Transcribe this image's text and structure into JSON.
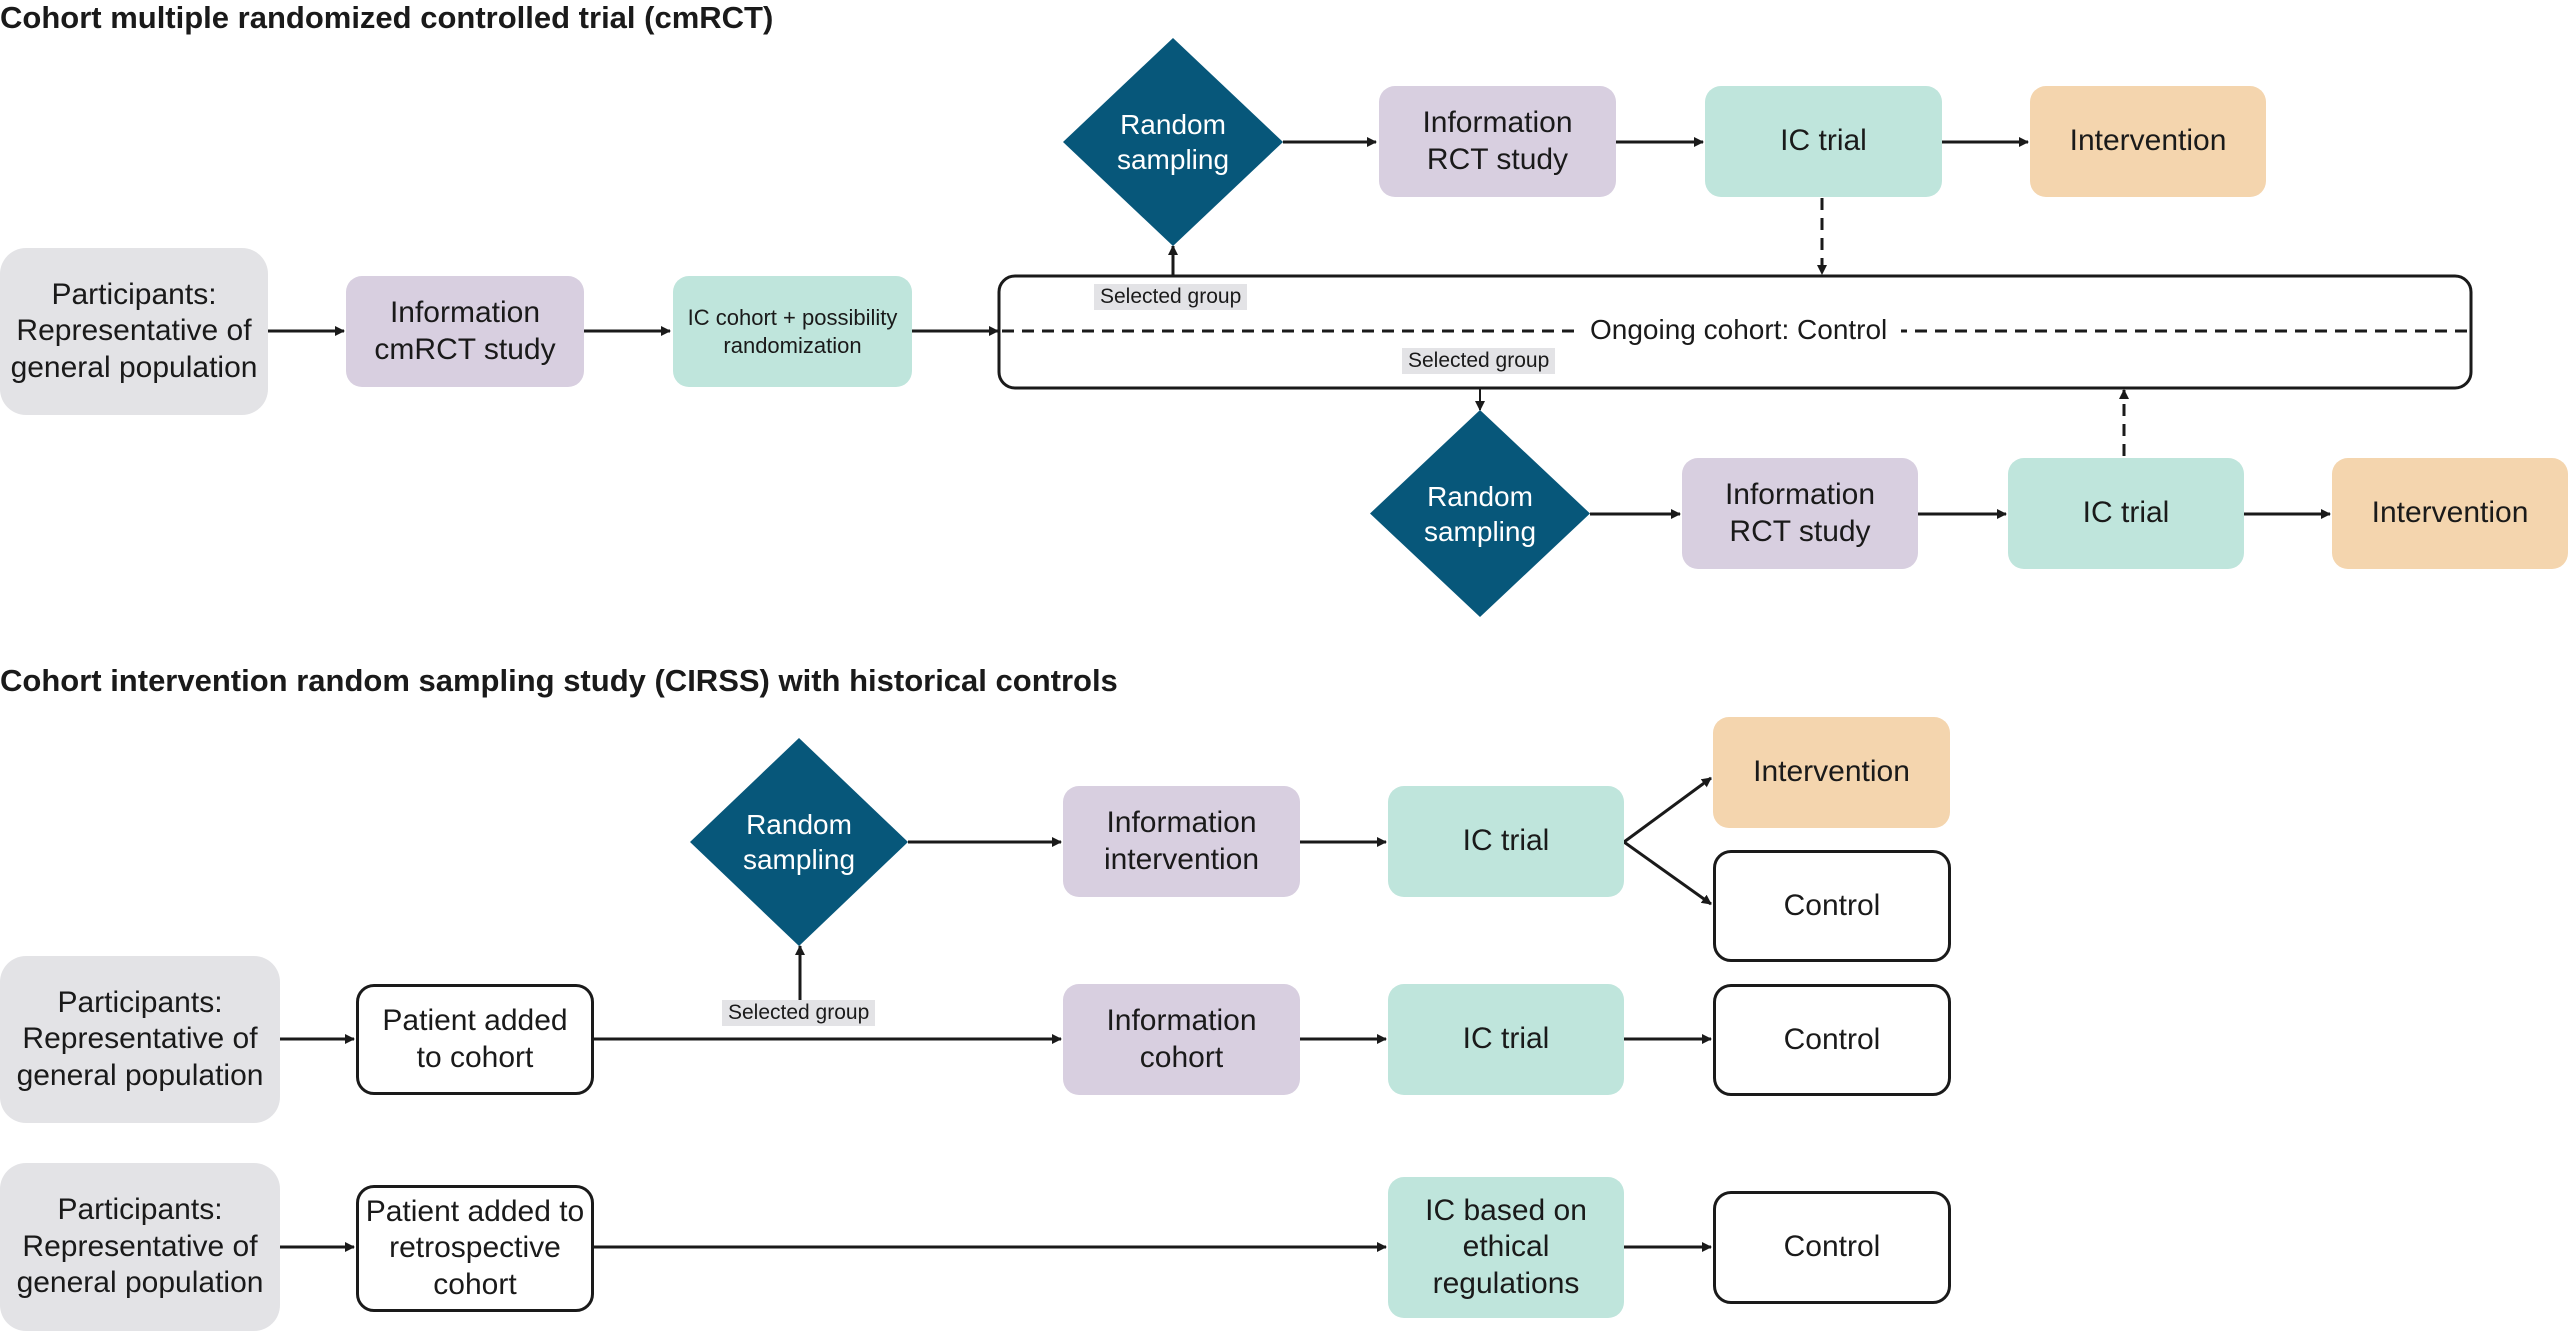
{
  "titles": {
    "cmrct": "Cohort multiple randomized controlled trial (cmRCT)",
    "cirss": "Cohort intervention random sampling study (CIRSS) with historical controls"
  },
  "cmrct": {
    "participants": "Participants:\nRepresentative of\ngeneral population",
    "information_study": "Information\ncmRCT study",
    "ic_cohort": "IC cohort + possibility\nrandomization",
    "ongoing_cohort": "Ongoing cohort: Control",
    "selected_group_top": "Selected group",
    "selected_group_bottom": "Selected group",
    "top_branch": {
      "random_sampling": "Random\nsampling",
      "information": "Information\nRCT study",
      "ic_trial": "IC trial",
      "intervention": "Intervention"
    },
    "bottom_branch": {
      "random_sampling": "Random\nsampling",
      "information": "Information\nRCT study",
      "ic_trial": "IC trial",
      "intervention": "Intervention"
    }
  },
  "cirss": {
    "row1": {
      "random_sampling": "Random\nsampling",
      "information": "Information\nintervention",
      "ic_trial": "IC trial",
      "intervention": "Intervention",
      "control": "Control"
    },
    "row2": {
      "participants": "Participants:\nRepresentative of\ngeneral population",
      "patient_added": "Patient added\nto cohort",
      "selected_group": "Selected group",
      "information": "Information\ncohort",
      "ic_trial": "IC trial",
      "control": "Control"
    },
    "row3": {
      "participants": "Participants:\nRepresentative of\ngeneral population",
      "patient_added": "Patient added to\nretrospective\ncohort",
      "ic_ethical": "IC based on\nethical\nregulations",
      "control": "Control"
    }
  },
  "colors": {
    "participants": "#e3e3e6",
    "information": "#d8cfe0",
    "ic": "#bfe5dc",
    "intervention": "#f4d5ae",
    "random_sampling": "#07577a",
    "line": "#1a1a1a"
  }
}
